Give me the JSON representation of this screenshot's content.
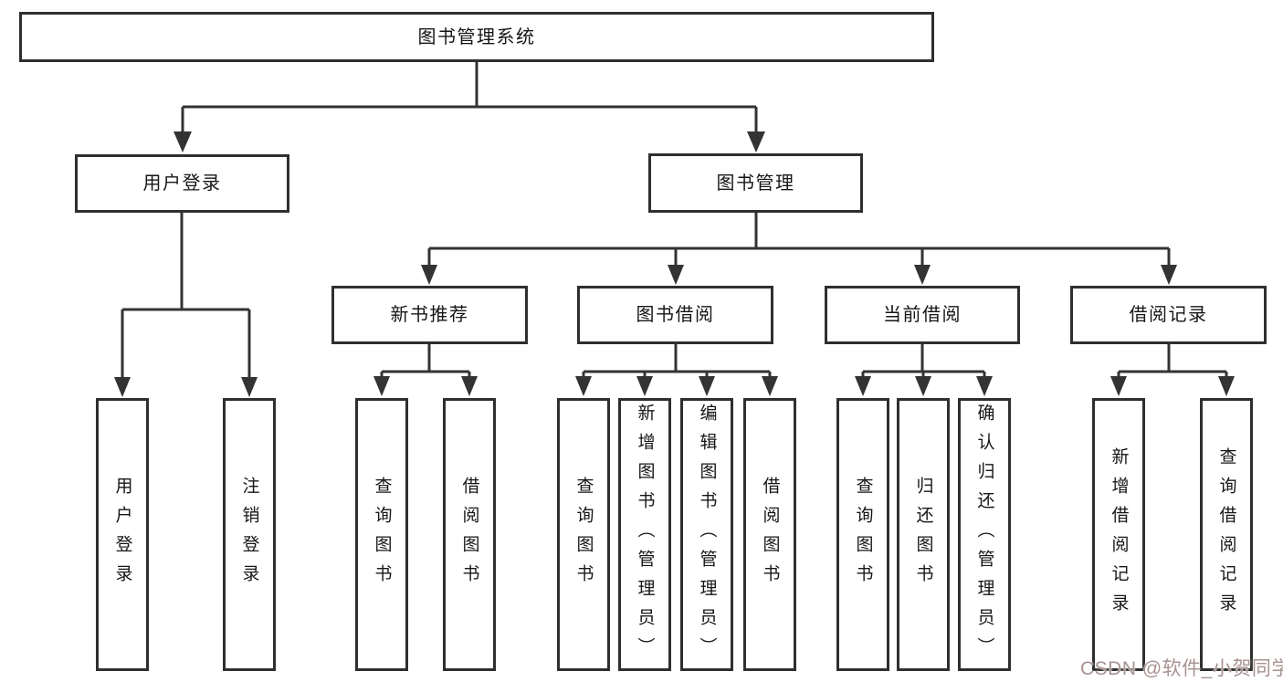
{
  "colors": {
    "background": "#ffffff",
    "line": "#333333",
    "node_border": "#2f2f2f",
    "node_fill": "#ffffff",
    "text": "#161616",
    "watermark": "#a89292"
  },
  "diagram": {
    "root": "图书管理系统",
    "user_login": "用户登录",
    "book_mgmt": "图书管理",
    "new_books": "新书推荐",
    "book_borrow": "图书借阅",
    "current_borrow": "当前借阅",
    "borrow_records": "借阅记录",
    "leaves": {
      "a1": "用户登录",
      "a2": "注销登录",
      "b1": "查询图书",
      "b2": "借阅图书",
      "c1": "查询图书",
      "c2": "新增图书（管理员）",
      "c3": "编辑图书（管理员）",
      "c4": "借阅图书",
      "d1": "查询图书",
      "d2": "归还图书",
      "d3": "确认归还（管理员）",
      "e1": "新增借阅记录",
      "e2": "查询借阅记录"
    }
  },
  "watermark": "CSDN @软件_小贺同学"
}
